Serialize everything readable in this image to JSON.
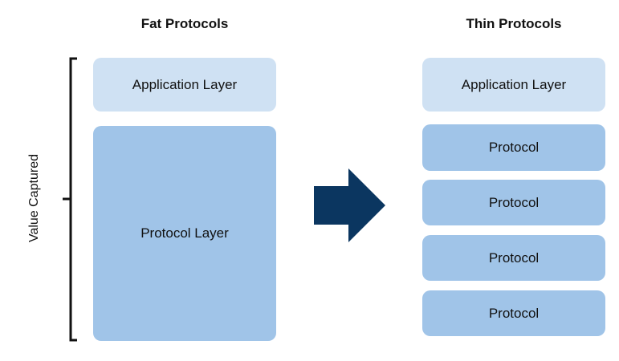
{
  "left_column": {
    "title": "Fat Protocols",
    "layers": [
      {
        "label": "Application Layer"
      },
      {
        "label": "Protocol Layer"
      }
    ]
  },
  "right_column": {
    "title": "Thin Protocols",
    "layers": [
      {
        "label": "Application Layer"
      },
      {
        "label": "Protocol"
      },
      {
        "label": "Protocol"
      },
      {
        "label": "Protocol"
      },
      {
        "label": "Protocol"
      }
    ]
  },
  "bracket": {
    "label": "Value Captured"
  },
  "colors": {
    "application_layer": "#cfe1f3",
    "protocol_layer": "#a0c4e8",
    "arrow": "#0b3660",
    "bracket": "#111111"
  }
}
